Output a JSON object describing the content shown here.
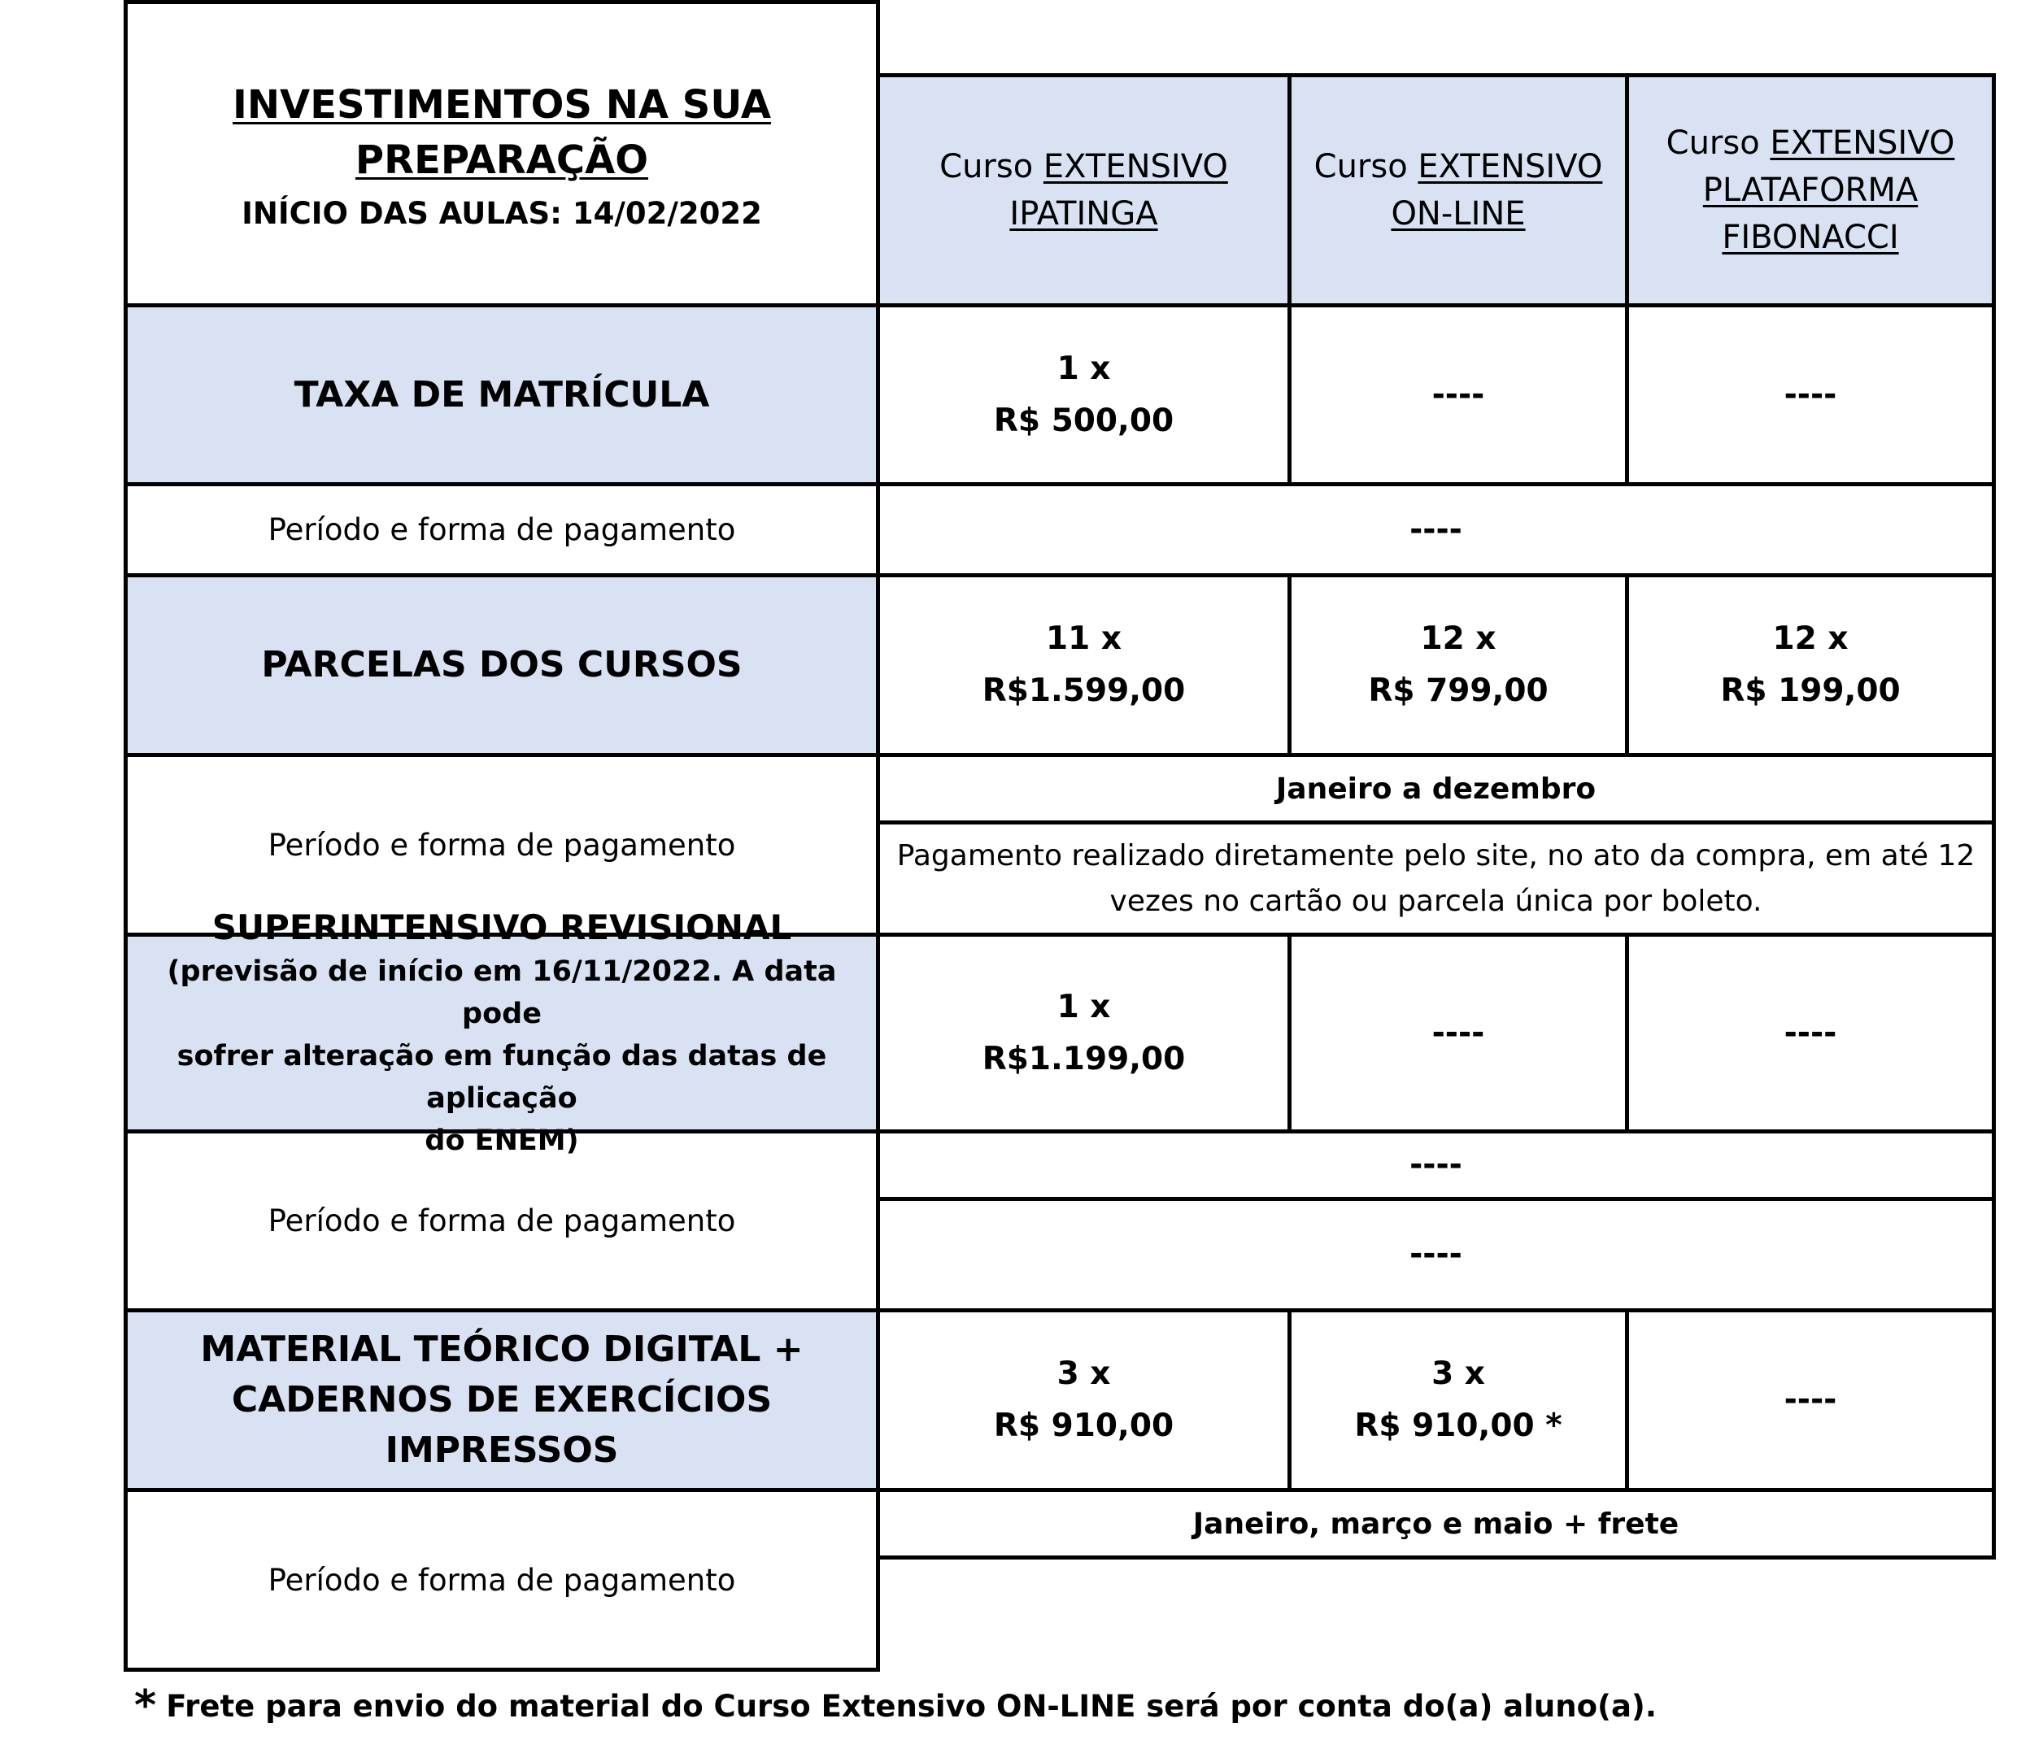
{
  "title": {
    "line1": "INVESTIMENTOS NA SUA",
    "line2": "PREPARAÇÃO",
    "subtitle": "INÍCIO DAS AULAS: 14/02/2022"
  },
  "columns": [
    {
      "prefix": "Curso ",
      "line1": "EXTENSIVO",
      "line2": "IPATINGA",
      "line3": ""
    },
    {
      "prefix": "Curso ",
      "line1": "EXTENSIVO",
      "line2": "ON-LINE",
      "line3": ""
    },
    {
      "prefix": "Curso ",
      "line1": "EXTENSIVO",
      "line2": "PLATAFORMA",
      "line3": "FIBONACCI"
    }
  ],
  "taxa": {
    "label": "TAXA DE MATRÍCULA",
    "c1": {
      "qty": "1 x",
      "price": "R$ 500,00"
    },
    "c2": "----",
    "c3": "----",
    "periodo_label": "Período e forma de pagamento",
    "periodo_value": "----"
  },
  "parcelas": {
    "label": "PARCELAS DOS CURSOS",
    "c1": {
      "qty": "11 x",
      "price": "R$1.599,00"
    },
    "c2": {
      "qty": "12 x",
      "price": "R$ 799,00"
    },
    "c3": {
      "qty": "12 x",
      "price": "R$ 199,00"
    },
    "periodo_label": "Período e forma de pagamento",
    "periodo_value1": "Janeiro a dezembro",
    "periodo_value2_line1": "Pagamento realizado diretamente pelo site, no ato da compra, em até 12",
    "periodo_value2_line2": "vezes no cartão ou parcela única por boleto."
  },
  "super": {
    "label": "SUPERINTENSIVO REVISIONAL",
    "note1": "(previsão de início em 16/11/2022. A data pode",
    "note2": "sofrer alteração em função das datas de aplicação",
    "note3": "do ENEM)",
    "c1": {
      "qty": "1 x",
      "price": "R$1.199,00"
    },
    "c2": "----",
    "c3": "----",
    "periodo_label": "Período e forma de pagamento",
    "periodo_value1": "----",
    "periodo_value2": "----"
  },
  "material": {
    "label1": "MATERIAL TEÓRICO DIGITAL +",
    "label2": "CADERNOS DE EXERCÍCIOS IMPRESSOS",
    "c1": {
      "qty": "3 x",
      "price": "R$ 910,00"
    },
    "c2": {
      "qty": "3 x",
      "price": "R$ 910,00 *"
    },
    "c3": "----",
    "periodo_label": "Período e forma de pagamento",
    "periodo_value": "Janeiro, março e maio + frete"
  },
  "footnote": {
    "star": "*",
    "text": "Frete para envio do material do Curso Extensivo ON-LINE será por conta do(a) aluno(a)."
  }
}
